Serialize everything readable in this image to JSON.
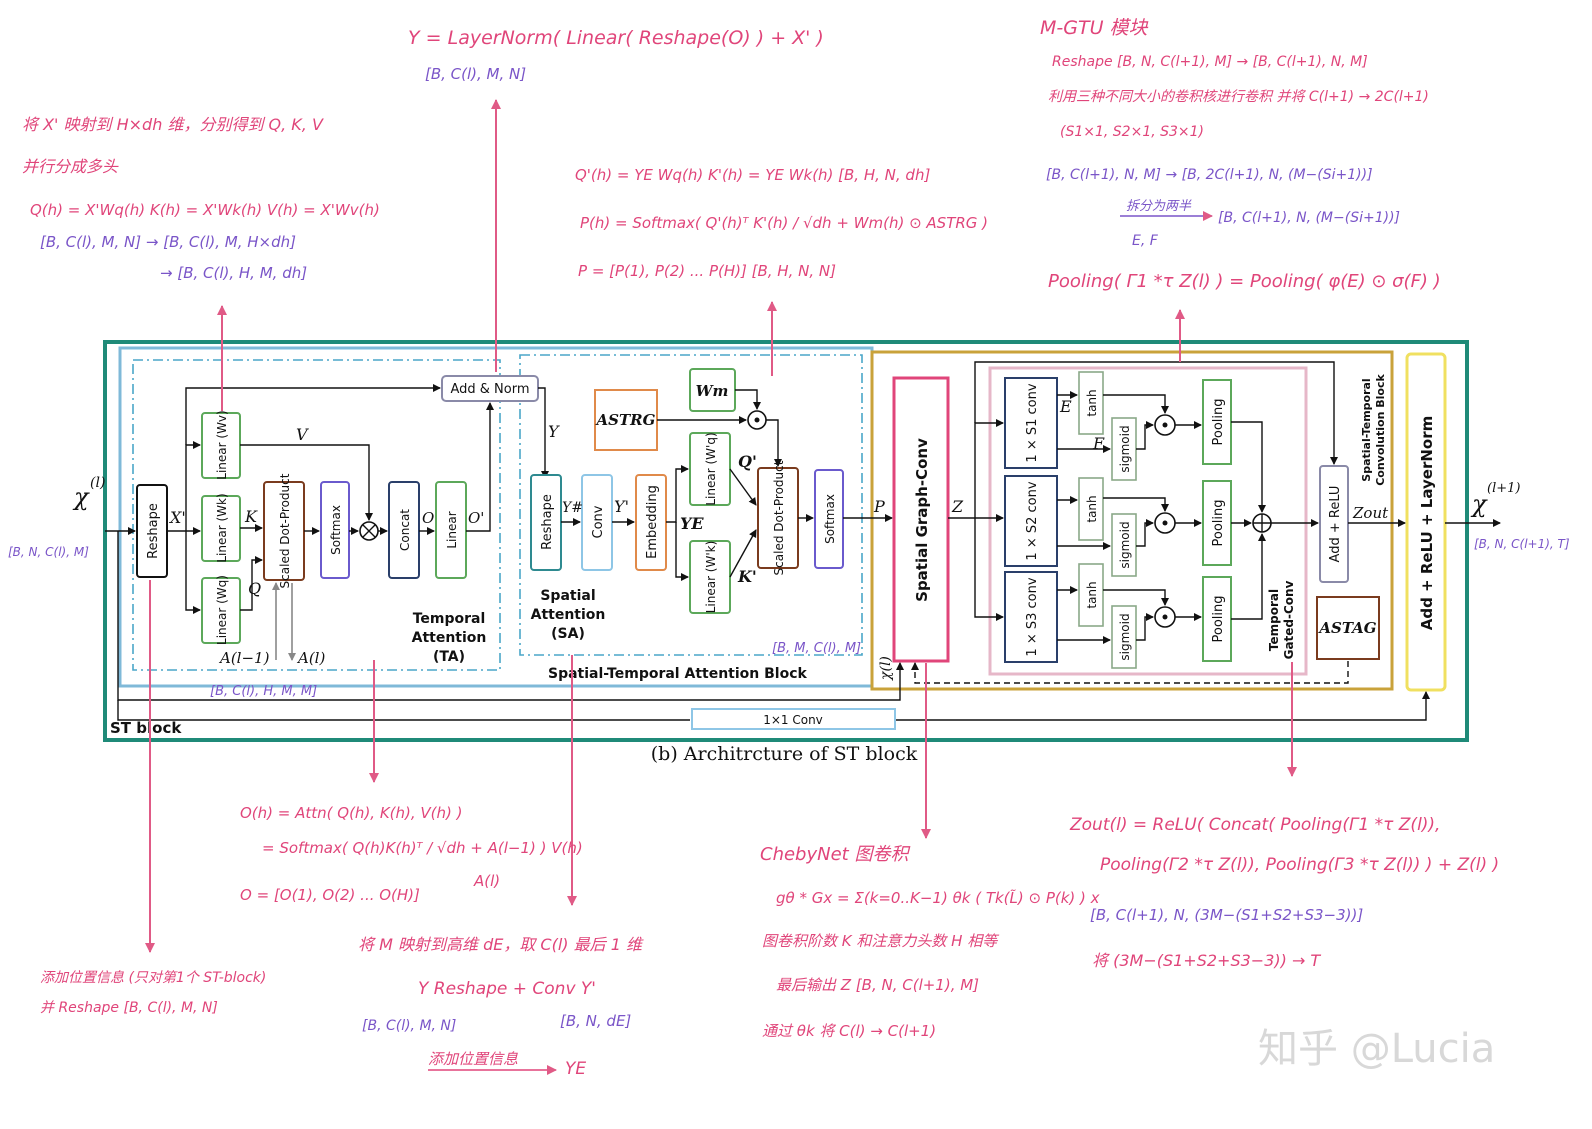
{
  "colors": {
    "st_block_border": "#1f8a78",
    "stab_border": "#7fb9d8",
    "stcb_border": "#c9a23a",
    "sgc_border": "#e0457a",
    "tgc_border": "#e6b7c8",
    "addnorm_border": "#f0e060",
    "green_box": "#5ca85a",
    "brown_box": "#7a3b1e",
    "purple_box": "#6a5acd",
    "navy_box": "#2a3f6a",
    "orange_box": "#e08a4a",
    "teal_box": "#2e8a90",
    "light_blue_box": "#8ec6e6",
    "gray_box": "#8a8aa8",
    "note_pink": "#e0457a",
    "note_purple": "#7a55c8",
    "arrow_pink": "#e05a86"
  },
  "diagram": {
    "caption": "(b) Architrcture of ST block",
    "x_in": "χ",
    "x_in_sup": "(l)",
    "x_in_shape": "[B, N, C(l), M]",
    "x_out": "χ",
    "x_out_sup": "(l+1)",
    "x_out_shape": "[B, N, C(l+1), T]",
    "st_block_label": "ST block",
    "stab_label": "Spatial-Temporal Attention Block",
    "ta_label_1": "Temporal",
    "ta_label_2": "Attention",
    "ta_label_3": "(TA)",
    "sa_label_1": "Spatial",
    "sa_label_2": "Attention",
    "sa_label_3": "(SA)",
    "stcb_label_1": "Spatial-Temporal",
    "stcb_label_2": "Convolution Block",
    "tgc_label_1": "Temporal",
    "tgc_label_2": "Gated-Conv",
    "reshape": "Reshape",
    "linear_v": "Linear (Wv)",
    "linear_k": "Linear (Wk)",
    "linear_q": "Linear (Wq)",
    "scaled_dot": "Scaled Dot-Product",
    "softmax": "Softmax",
    "concat": "Concat",
    "linear": "Linear",
    "add_norm": "Add & Norm",
    "conv": "Conv",
    "embedding": "Embedding",
    "linear_wq2": "Linear (W'q)",
    "linear_wk2": "Linear (W'k)",
    "a_strg": "ASTRG",
    "w_m": "Wm",
    "spatial_graph_conv": "Spatial Graph-Conv",
    "conv_s1": "1 × S1 conv",
    "conv_s2": "1 × S2 conv",
    "conv_s3": "1 × S3 conv",
    "tanh": "tanh",
    "sigmoid": "sigmoid",
    "pooling": "Pooling",
    "add_relu": "Add + ReLU",
    "a_stag": "ASTAG",
    "add_relu_layernorm": "Add + ReLU + LayerNorm",
    "conv1x1": "1×1 Conv",
    "lbl_xprime": "X'",
    "lbl_k": "K",
    "lbl_q": "Q",
    "lbl_v": "V",
    "lbl_o": "O",
    "lbl_oprime": "O'",
    "lbl_y": "Y",
    "lbl_yhash": "Y#",
    "lbl_yprime": "Y'",
    "lbl_ye": "YE",
    "lbl_qprime": "Q'",
    "lbl_kprime": "K'",
    "lbl_p": "P",
    "lbl_z": "Z",
    "lbl_e": "E",
    "lbl_f": "F",
    "lbl_zout": "Zout",
    "lbl_a_prev": "A(l−1)",
    "lbl_a_cur": "A(l)",
    "lbl_x_l": "χ(l)",
    "shape_a": "[B, C(l), H, M, M]",
    "shape_stab_out": "[B, M, C(l), M]"
  },
  "annotations": {
    "top_y_eq": "Y = LayerNorm( Linear( Reshape(O) ) + X' )",
    "top_y_shape": "[B, C(l), M, N]",
    "tl_1": "将 X' 映射到 H×dh 维，分别得到 Q, K, V",
    "tl_2": "并行分成多头",
    "tl_3": "Q(h) = X'Wq(h)   K(h) = X'Wk(h)   V(h) = X'Wv(h)",
    "tl_4": "[B, C(l), M, N] → [B, C(l), M, H×dh]",
    "tl_5": "→ [B, C(l), H, M, dh]",
    "sa_1": "Q'(h) = YE Wq(h)    K'(h) = YE Wk(h)   [B, H, N, dh]",
    "sa_2": "P(h) = Softmax( Q'(h)ᵀ K'(h) / √dh + Wm(h) ⊙ ASTRG )",
    "sa_3": "P = [P(1), P(2) ... P(H)]     [B, H, N, N]",
    "tr_title": "M-GTU 模块",
    "tr_1": "Reshape  [B, N, C(l+1), M] → [B, C(l+1), N, M]",
    "tr_2": "利用三种不同大小的卷积核进行卷积 并将 C(l+1) → 2C(l+1)",
    "tr_3": "(S1×1, S2×1, S3×1)",
    "tr_4": "[B, C(l+1), N, M] → [B, 2C(l+1), N, (M−(Si+1))]",
    "tr_5": "拆分为两半",
    "tr_6": "[B, C(l+1), N, (M−(Si+1))]",
    "tr_7": "E, F",
    "tr_8": "Pooling( Γ1 *τ Z(l) ) = Pooling( φ(E) ⊙ σ(F) )",
    "bl_1": "添加位置信息 (只对第1个 ST-block)",
    "bl_2": "并 Reshape [B, C(l), M, N]",
    "bm_1": "O(h) = Attn( Q(h), K(h), V(h) )",
    "bm_2": "= Softmax( Q(h)K(h)ᵀ / √dh + A(l−1) ) V(h)",
    "bm_3": "O = [O(1), O(2) ... O(H)]",
    "bm_4": "A(l)",
    "bc_1": "将 M 映射到高维 dE，取 C(l) 最后 1 维",
    "bc_2": "Y  Reshape + Conv  Y'",
    "bc_3": "[B, C(l), M, N]",
    "bc_4": "[B, N, dE]",
    "bc_5": "添加位置信息",
    "bc_6": "YE",
    "cheb_1": "ChebyNet 图卷积",
    "cheb_2": "gθ * Gx = Σ(k=0..K−1) θk ( Tk(L̃) ⊙ P(k) ) x",
    "cheb_3": "图卷积阶数 K 和注意力头数 H 相等",
    "cheb_4": "最后输出 Z  [B, N, C(l+1), M]",
    "cheb_5": "通过 θk 将 C(l) → C(l+1)",
    "br_1": "Zout(l) = ReLU( Concat( Pooling(Γ1 *τ Z(l)),",
    "br_2": "Pooling(Γ2 *τ Z(l)), Pooling(Γ3 *τ Z(l)) ) + Z(l) )",
    "br_3": "[B, C(l+1), N, (3M−(S1+S2+S3−3))]",
    "br_4": "将 (3M−(S1+S2+S3−3)) → T",
    "watermark": "知乎 @Lucia"
  }
}
